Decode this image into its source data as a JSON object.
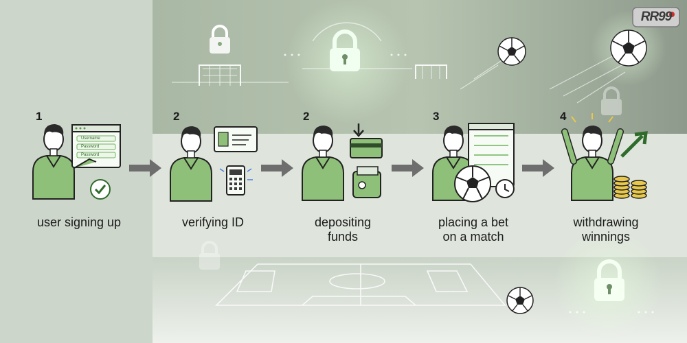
{
  "brand": {
    "logo_text": "RR99"
  },
  "steps": [
    {
      "number": "1",
      "label_lines": [
        "user signing up",
        ""
      ]
    },
    {
      "number": "2",
      "label_lines": [
        "verifying ID",
        ""
      ]
    },
    {
      "number": "2",
      "label_lines": [
        "depositing",
        "funds"
      ]
    },
    {
      "number": "3",
      "label_lines": [
        "placing a bet",
        "on a match"
      ]
    },
    {
      "number": "4",
      "label_lines": [
        "withdrawing",
        "winnings"
      ]
    }
  ],
  "signup_form": {
    "fields": [
      "Username",
      "Password",
      "Password"
    ]
  },
  "colors": {
    "accent_green": "#6cb35a",
    "dark_green": "#2f6b2a",
    "arrow_gray": "#6e6e6e",
    "coin_gold": "#e8c84a"
  }
}
